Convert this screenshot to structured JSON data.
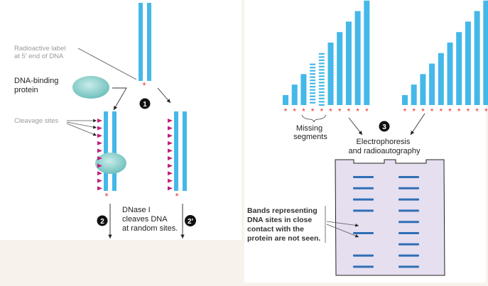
{
  "colors": {
    "dna_strand": "#44b8e8",
    "star": "#e8322e",
    "protein": "#8cd0cc",
    "cleavage_arrow": "#c0207a",
    "gel": "#e6dff0",
    "band": "#2f6fb6",
    "grey_label": "#9a9a9a",
    "panel_bg": "#f7f3ec"
  },
  "labels": {
    "radioactive_label": [
      "Radioactive label",
      "at 5′ end of DNA"
    ],
    "dna_binding_protein": [
      "DNA-binding",
      "protein"
    ],
    "cleavage_sites": "Cleavage sites",
    "step1": "1",
    "step2": "2",
    "step2prime": "2′",
    "step3": "3",
    "dnase": [
      "DNase I",
      "cleaves DNA",
      "at random sites."
    ],
    "missing_segments": [
      "Missing",
      "segments"
    ],
    "electrophoresis": [
      "Electrophoresis",
      "and radioautography"
    ],
    "bands_note": [
      "Bands representing",
      "DNA sites in close",
      "contact with the",
      "protein are not seen."
    ],
    "star_glyph": "*"
  },
  "fragments_left": [
    1,
    2,
    3,
    4,
    5,
    6,
    7,
    8,
    9,
    10
  ],
  "missing_left": [
    4,
    5
  ],
  "fragments_right": [
    1,
    2,
    3,
    4,
    5,
    6,
    7,
    8,
    9,
    10
  ],
  "gel_lane1_bands": [
    1,
    2,
    3,
    4,
    6,
    8,
    9
  ],
  "gel_lane2_bands": [
    1,
    2,
    3,
    4,
    5,
    6,
    7,
    8,
    9
  ]
}
